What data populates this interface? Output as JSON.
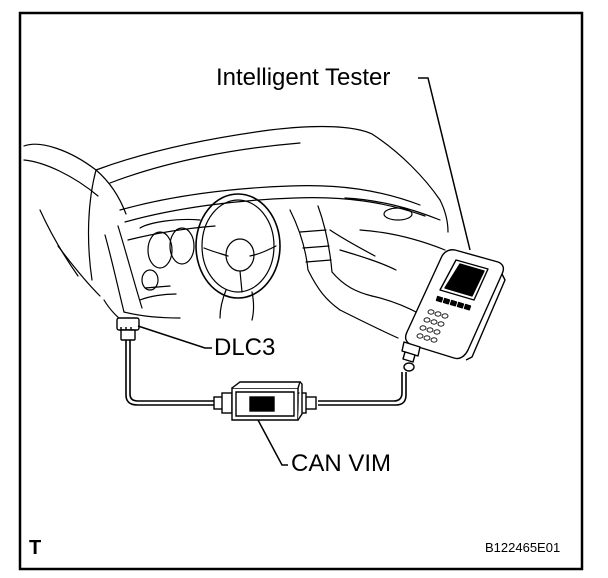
{
  "callouts": {
    "tester": "Intelligent Tester",
    "dlc3": "DLC3",
    "can_vim": "CAN VIM"
  },
  "footer": {
    "corner_letter": "T",
    "figure_code": "B122465E01"
  },
  "colors": {
    "ink": "#000000",
    "paper": "#ffffff"
  }
}
